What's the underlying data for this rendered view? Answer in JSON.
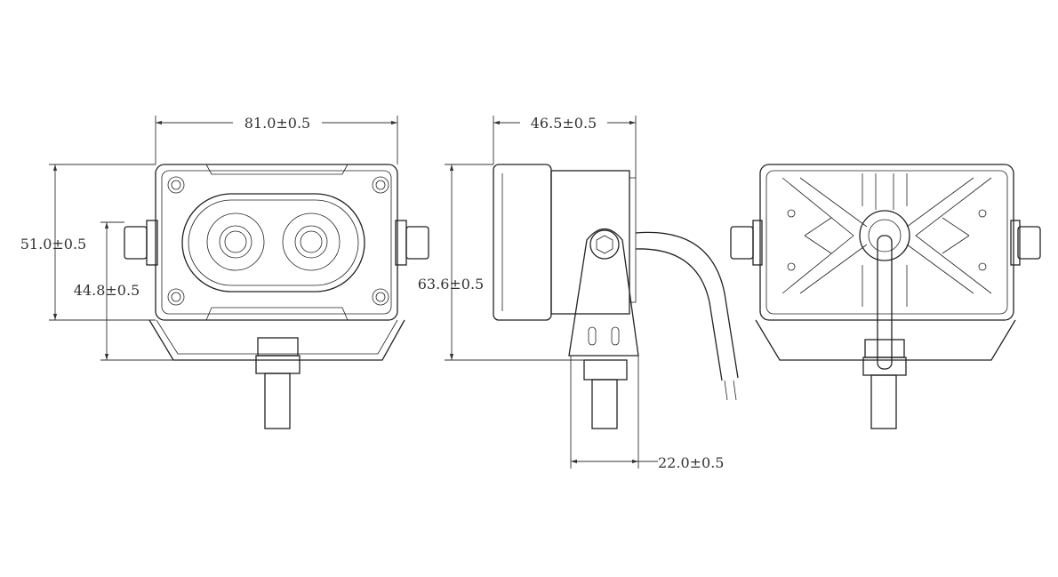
{
  "drawing": {
    "views": [
      "front-view",
      "side-view",
      "rear-view"
    ],
    "dimensions": {
      "front_width": "81.0±0.5",
      "front_height": "51.0±0.5",
      "front_mount_height": "44.8±0.5",
      "side_depth": "46.5±0.5",
      "side_total_height": "63.6±0.5",
      "bracket_width": "22.0±0.5"
    },
    "colors": {
      "line": "#222222",
      "background": "#ffffff"
    }
  }
}
